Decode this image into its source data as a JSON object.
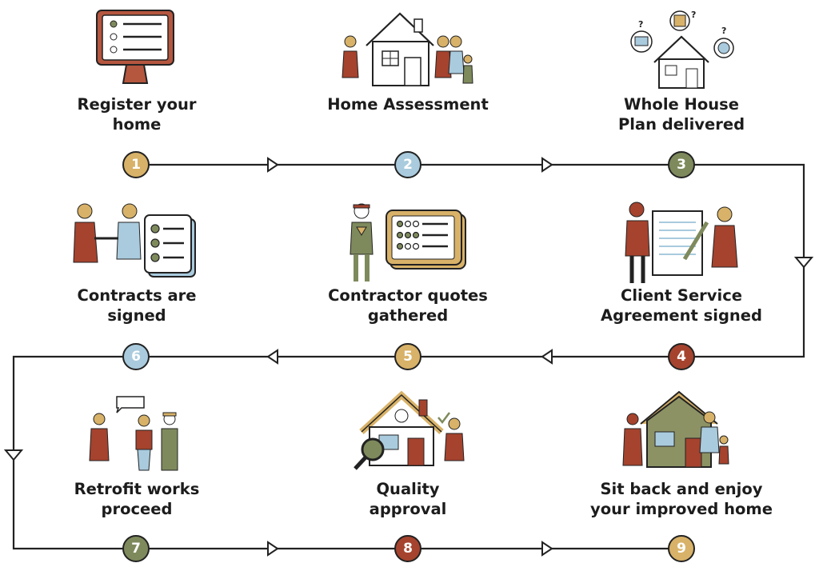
{
  "colors": {
    "line": "#222222",
    "tan": "#D8B268",
    "blue": "#A9CBDD",
    "green": "#7E8A5C",
    "rust": "#A5432E",
    "monitor": "#B5563F",
    "house_fill": "#8C9264"
  },
  "steps": [
    {
      "number": "1",
      "lines": [
        "Register your",
        "home"
      ],
      "color": "tan",
      "icon": "monitor-checklist-icon"
    },
    {
      "number": "2",
      "lines": [
        "Home Assessment"
      ],
      "color": "blue",
      "icon": "home-assessment-family-icon"
    },
    {
      "number": "3",
      "lines": [
        "Whole House",
        "Plan delivered"
      ],
      "color": "green",
      "icon": "house-plan-question-icon"
    },
    {
      "number": "4",
      "lines": [
        "Client Service",
        "Agreement signed"
      ],
      "color": "rust",
      "icon": "agreement-document-icon"
    },
    {
      "number": "5",
      "lines": [
        "Contractor quotes",
        "gathered"
      ],
      "color": "tan",
      "icon": "contractor-tablet-icon"
    },
    {
      "number": "6",
      "lines": [
        "Contracts are",
        "signed"
      ],
      "color": "blue",
      "icon": "handshake-checklist-icon"
    },
    {
      "number": "7",
      "lines": [
        "Retrofit works",
        "proceed"
      ],
      "color": "green",
      "icon": "retrofit-team-icon"
    },
    {
      "number": "8",
      "lines": [
        "Quality",
        "approval"
      ],
      "color": "rust",
      "icon": "quality-inspection-icon"
    },
    {
      "number": "9",
      "lines": [
        "Sit back and enjoy",
        "your improved home"
      ],
      "color": "tan",
      "icon": "happy-family-home-icon"
    }
  ]
}
